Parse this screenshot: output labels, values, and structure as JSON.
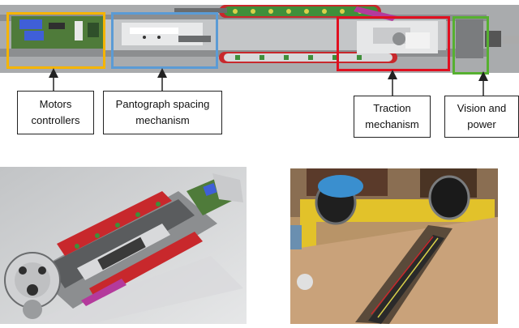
{
  "labels": {
    "motors": "Motors\ncontrollers",
    "pantograph": "Pantograph spacing\nmechanism",
    "traction": "Traction\nmechanism",
    "vision": "Vision and\npower"
  },
  "colors": {
    "motors_box": "#f5b400",
    "pantograph_box": "#5b9bd5",
    "traction_box": "#e01020",
    "vision_box": "#56b030",
    "tread_red": "#c8282c",
    "tread_green": "#3f8f3a",
    "panel_gray": "#a9abad",
    "frame_gray": "#d8d9db",
    "pcb_green": "#4f7b3a",
    "chip_blue": "#3f5fd8",
    "render_bg": "#cfd1d3",
    "photo_wood": "#c9a27a",
    "photo_yellow": "#e2c22a"
  },
  "panels": {
    "top": "cad-side-view",
    "bottom_left": "cad-3d-render",
    "bottom_right": "prototype-photo"
  }
}
